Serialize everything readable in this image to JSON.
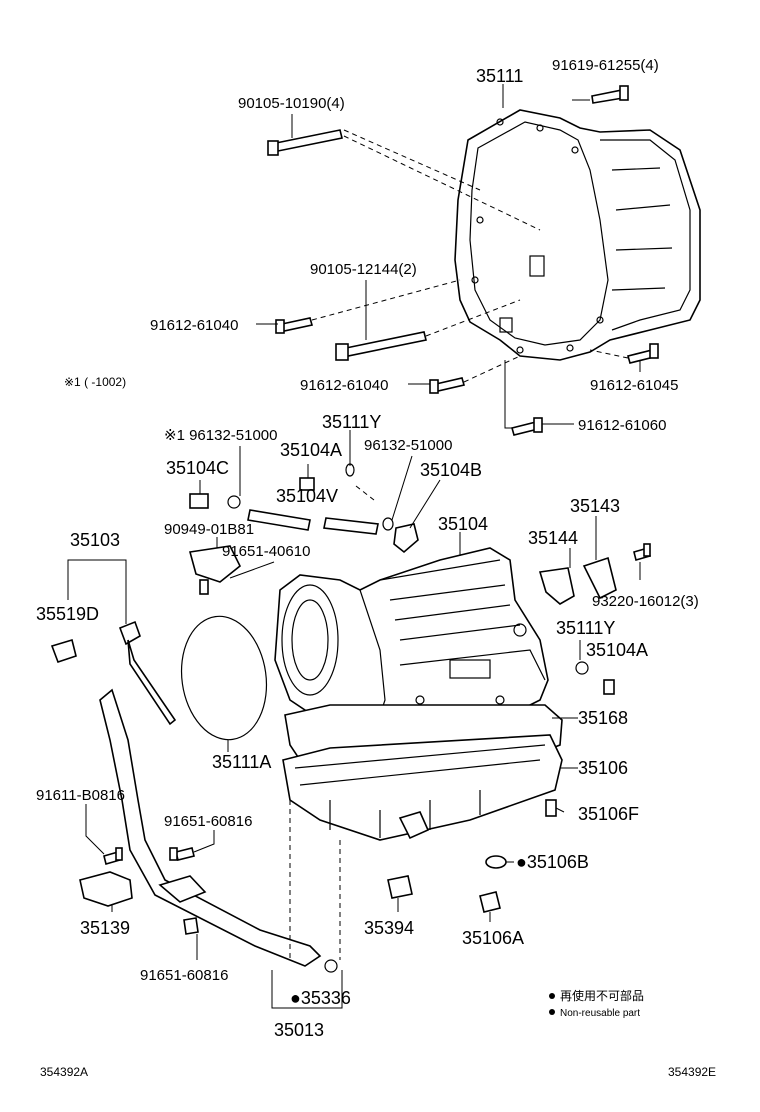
{
  "labels": {
    "p35111": "35111",
    "p91619_61255": "91619-61255(4)",
    "p90105_10190": "90105-10190(4)",
    "p90105_12144": "90105-12144(2)",
    "p91612_61040_a": "91612-61040",
    "p91612_61040_b": "91612-61040",
    "p91612_61045": "91612-61045",
    "p91612_61060": "91612-61060",
    "note_star1": "※1 (    -1002)",
    "p96132_51000_star": "※1 96132-51000",
    "p35111Y_a": "35111Y",
    "p96132_51000": "96132-51000",
    "p35104C": "35104C",
    "p35104A_a": "35104A",
    "p35104B": "35104B",
    "p35104V": "35104V",
    "p90949_01B81": "90949-01B81",
    "p91651_40610": "91651-40610",
    "p35104": "35104",
    "p35103": "35103",
    "p35143": "35143",
    "p35144": "35144",
    "p35519D": "35519D",
    "p93220_16012": "93220-16012(3)",
    "p35111Y_b": "35111Y",
    "p35104A_b": "35104A",
    "p35168": "35168",
    "p35111A": "35111A",
    "p35106": "35106",
    "p91611_B0816": "91611-B0816",
    "p91651_60816_a": "91651-60816",
    "p35106F": "35106F",
    "p35106B": "●35106B",
    "p35139": "35139",
    "p35394": "35394",
    "p35106A": "35106A",
    "p91651_60816_b": "91651-60816",
    "p35336": "●35336",
    "p35013": "35013",
    "legend_jp": "再使用不可部品",
    "legend_en": "Non-reusable part",
    "code_left": "354392A",
    "code_right": "354392E"
  }
}
